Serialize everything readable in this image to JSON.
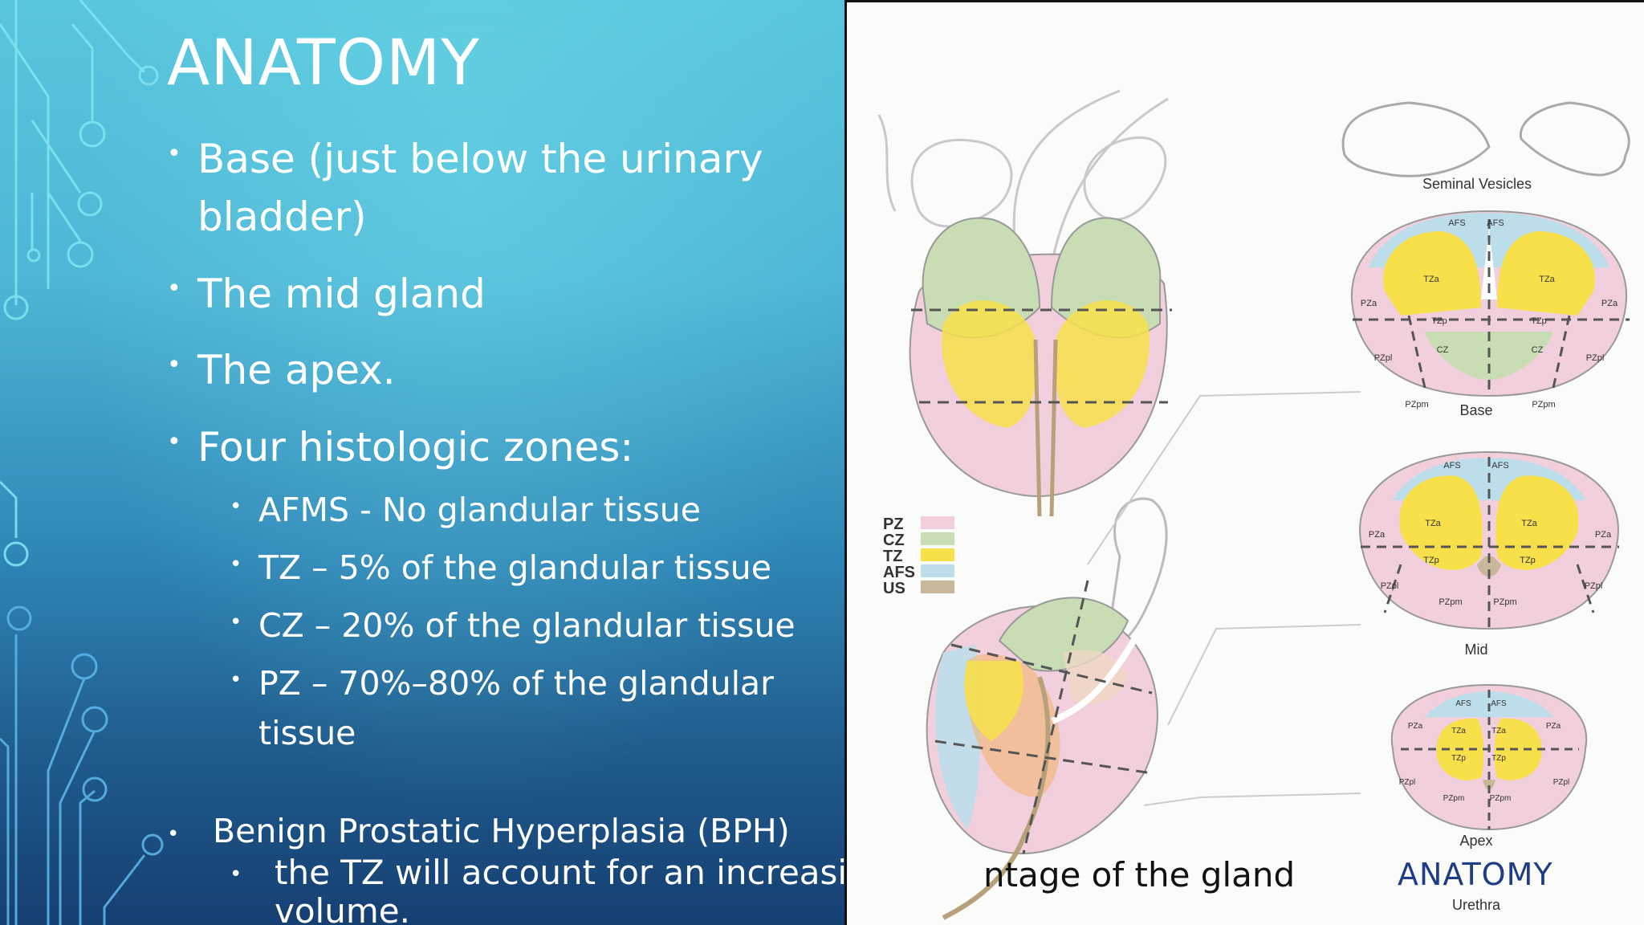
{
  "slide": {
    "title": "ANATOMY",
    "bullets": [
      "Base (just below the urinary",
      "bladder)",
      "The mid gland",
      "The apex.",
      "Four histologic zones:"
    ],
    "sub_bullets": [
      "AFMS -  No glandular tissue",
      "TZ – 5% of the glandular tissue",
      "CZ – 20% of the glandular tissue",
      "PZ – 70%–80% of the glandular",
      "tissue"
    ],
    "bph": {
      "heading": "Benign Prostatic Hyperplasia (BPH)",
      "sub_line_1": "the TZ will account for an increasi",
      "sub_line_2": "volume.",
      "overlay_tail": "ntage of the gland"
    }
  },
  "figure": {
    "caption_label": "ANATOMY",
    "legend": [
      "PZ",
      "CZ",
      "TZ",
      "AFS",
      "US"
    ],
    "labels": {
      "seminal_vesicles": "Seminal Vesicles",
      "base": "Base",
      "mid": "Mid",
      "apex": "Apex",
      "urethra": "Urethra",
      "afs": "AFS",
      "tza": "TZa",
      "tzp": "TZp",
      "pza": "PZa",
      "pzpl": "PZpl",
      "pzpm": "PZpm",
      "cz": "CZ"
    }
  },
  "colors": {
    "pz": "#f2cfdc",
    "cz": "#c9ddb4",
    "tz": "#f8e04a",
    "afs": "#bcdeea",
    "us": "#c9b79a",
    "caption_blue": "#1f3d86"
  },
  "icons": {
    "bullet": "bullet-dot-icon",
    "decoration": "circuit-lines-icon"
  }
}
